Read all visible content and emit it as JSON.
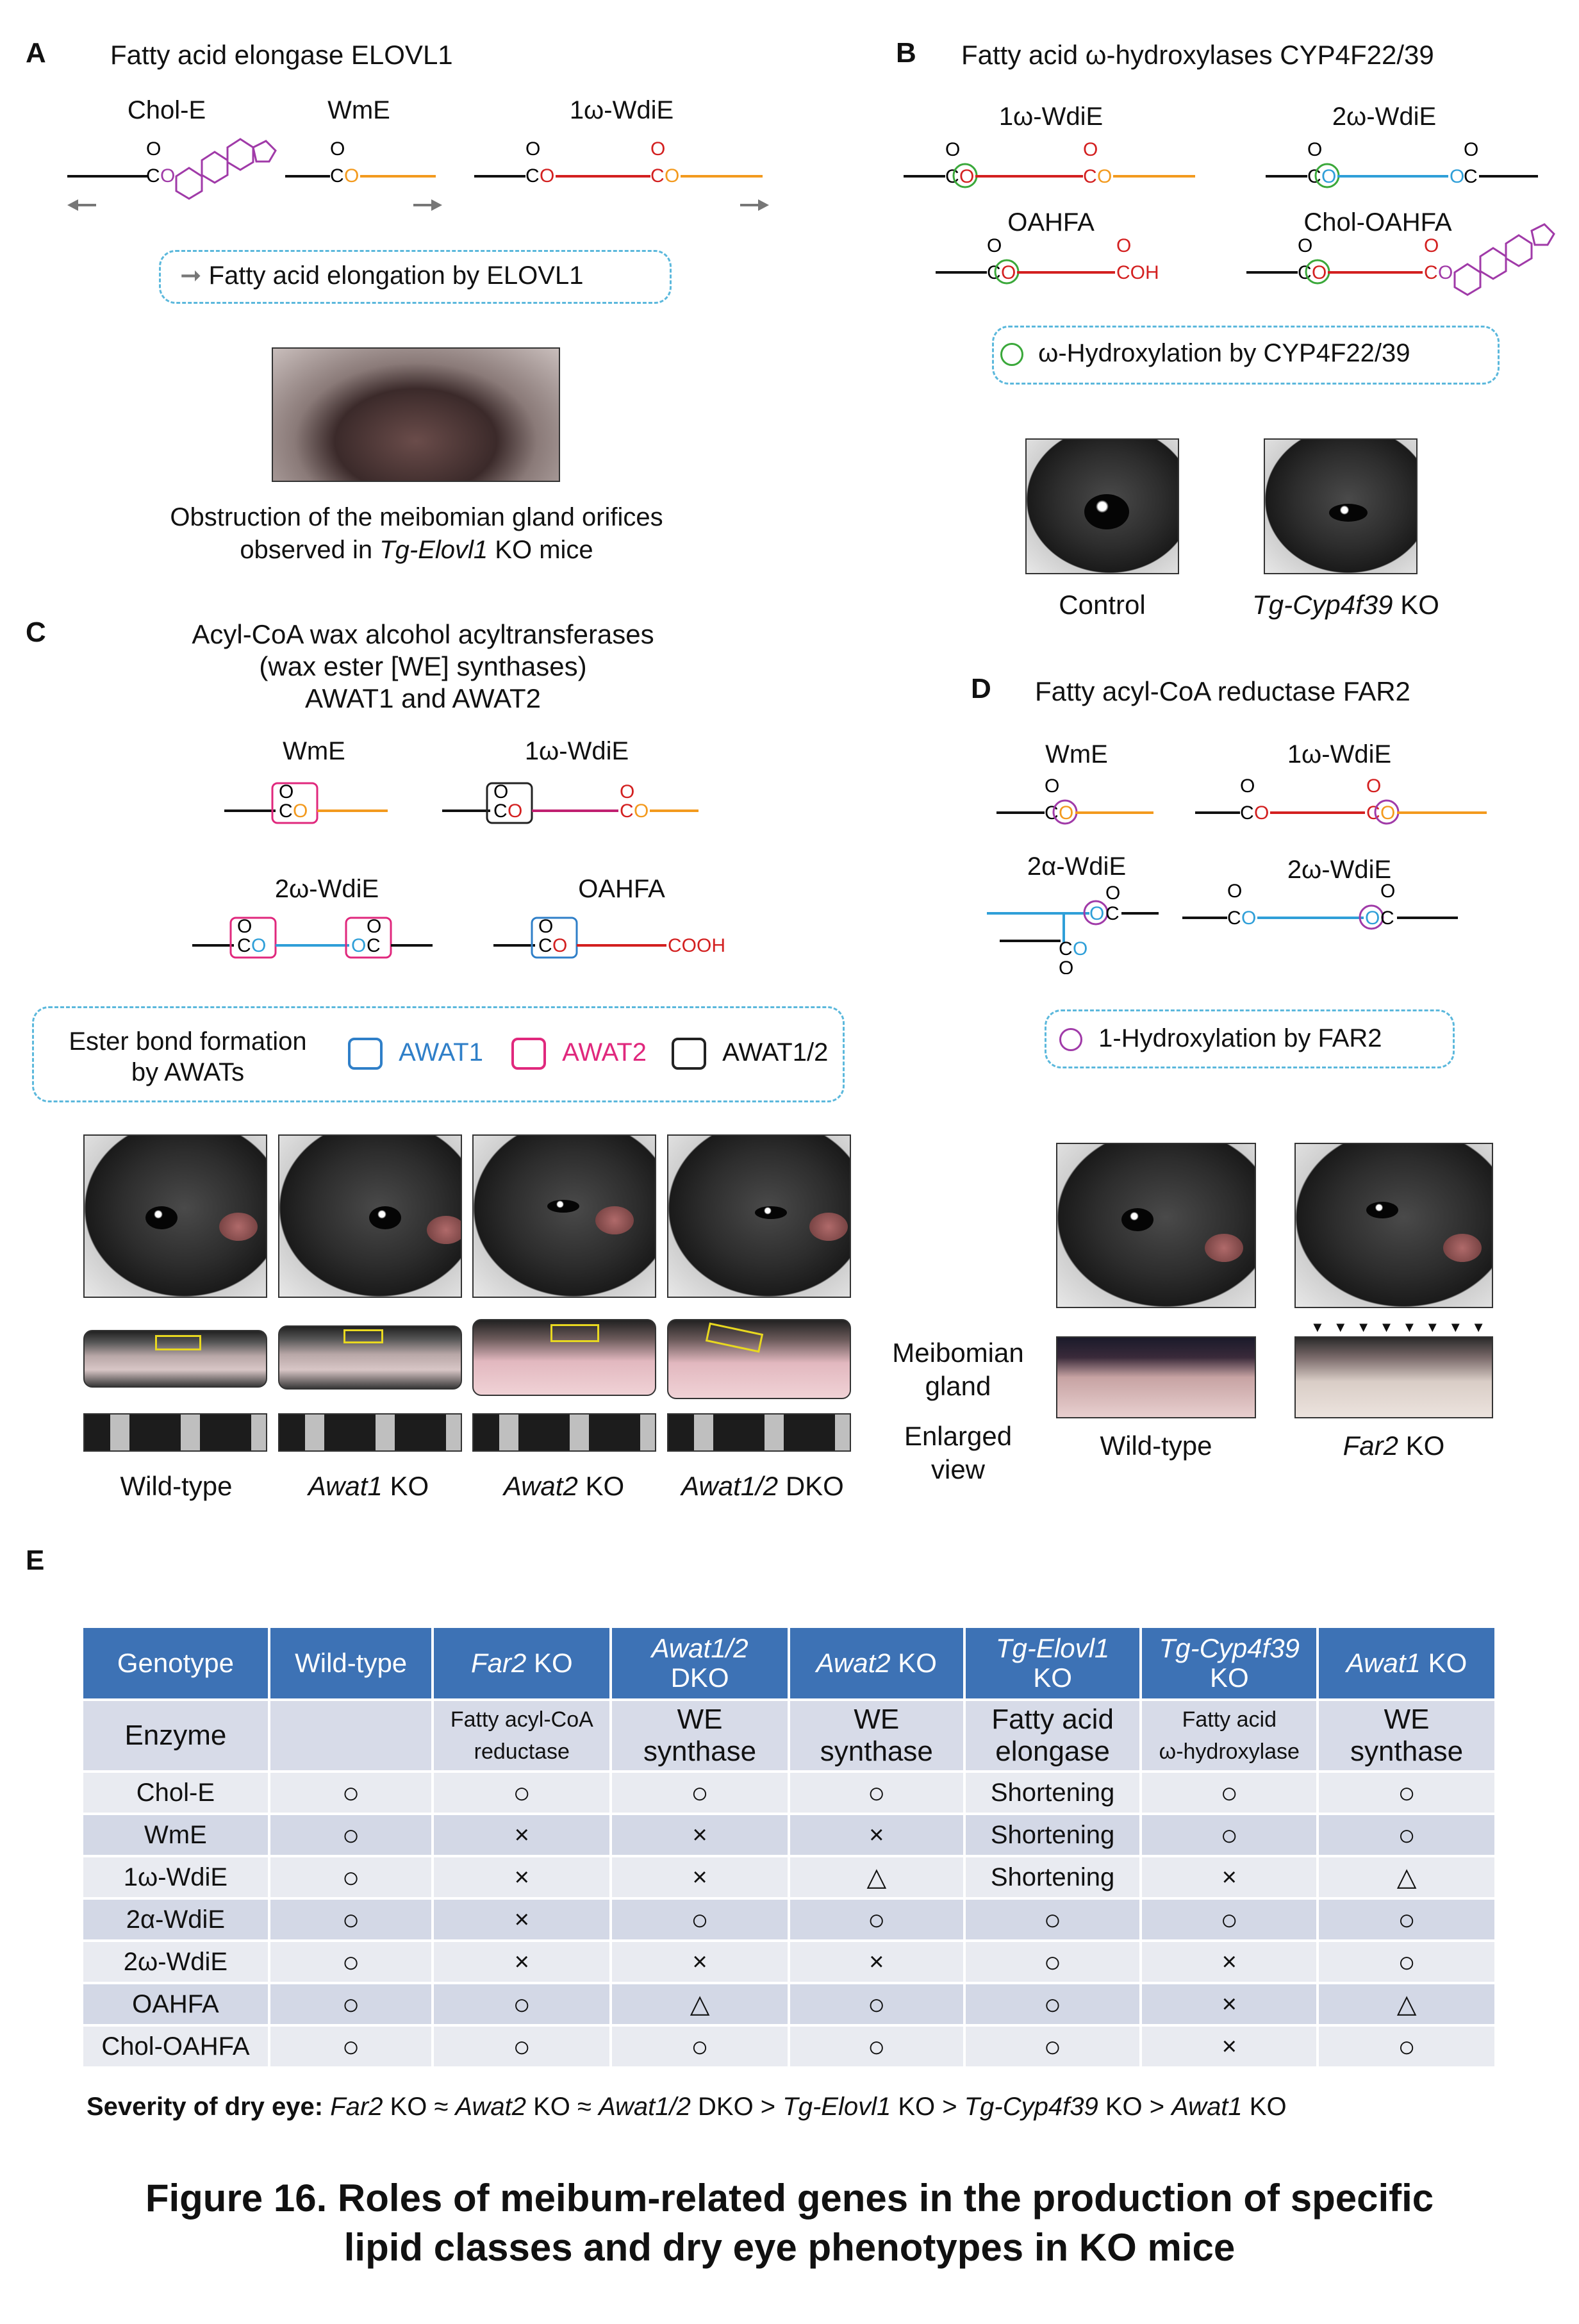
{
  "panelA": {
    "letter": "A",
    "title": "Fatty acid elongase ELOVL1",
    "molecules": [
      "Chol-E",
      "WmE",
      "1ω-WdiE"
    ],
    "legend": "Fatty acid elongation by ELOVL1",
    "photo_caption_line1": "Obstruction of the meibomian gland orifices",
    "photo_caption_pre": "observed in ",
    "photo_caption_italic": "Tg-Elovl1",
    "photo_caption_post": " KO mice"
  },
  "panelB": {
    "letter": "B",
    "title": "Fatty acid ω-hydroxylases CYP4F22/39",
    "molecules": [
      "1ω-WdiE",
      "2ω-WdiE",
      "OAHFA",
      "Chol-OAHFA"
    ],
    "legend": "ω-Hydroxylation by CYP4F22/39",
    "photo_labels": [
      "Control",
      "Tg-Cyp4f39"
    ],
    "ko": "KO"
  },
  "panelC": {
    "letter": "C",
    "title_line1": "Acyl-CoA wax alcohol acyltransferases",
    "title_line2": "(wax ester [WE] synthases)",
    "title_line3": "AWAT1 and AWAT2",
    "molecules": [
      "WmE",
      "1ω-WdiE",
      "2ω-WdiE",
      "OAHFA"
    ],
    "legend_title_line1": "Ester bond formation",
    "legend_title_line2": "by AWATs",
    "legend_items": [
      "AWAT1",
      "AWAT2",
      "AWAT1/2"
    ],
    "photo_labels_italic": [
      "Awat1",
      "Awat2",
      "Awat1/2"
    ],
    "photo_labels_suffix": [
      "KO",
      "KO",
      "DKO"
    ],
    "wildtype": "Wild-type"
  },
  "panelD": {
    "letter": "D",
    "title": "Fatty acyl-CoA reductase FAR2",
    "molecules": [
      "WmE",
      "1ω-WdiE",
      "2α-WdiE",
      "2ω-WdiE"
    ],
    "legend": "1-Hydroxylation by FAR2",
    "row_labels": [
      "Meibomian",
      "gland",
      "Enlarged",
      "view"
    ],
    "photo_labels": [
      "Wild-type",
      "Far2"
    ],
    "ko": "KO",
    "arrowheads": "▼ ▼ ▼ ▼ ▼ ▼ ▼ ▼"
  },
  "chem": {
    "o": "O",
    "c": "C",
    "coh": "COH",
    "cooh": "COOH"
  },
  "panelE": {
    "letter": "E",
    "header": [
      "Genotype",
      "Wild-type",
      "Far2 KO",
      "Awat1/2 DKO",
      "Awat2 KO",
      "Tg-Elovl1 KO",
      "Tg-Cyp4f39 KO",
      "Awat1 KO"
    ],
    "enzyme_label": "Enzyme",
    "enzymes": [
      "",
      "Fatty acyl-CoA reductase",
      "WE synthase",
      "WE synthase",
      "Fatty acid elongase",
      "Fatty acid ω-hydroxylase",
      "WE synthase"
    ],
    "rows": [
      {
        "lipid": "Chol-E",
        "values": [
          "○",
          "○",
          "○",
          "○",
          "Shortening",
          "○",
          "○"
        ]
      },
      {
        "lipid": "WmE",
        "values": [
          "○",
          "×",
          "×",
          "×",
          "Shortening",
          "○",
          "○"
        ]
      },
      {
        "lipid": "1ω-WdiE",
        "values": [
          "○",
          "×",
          "×",
          "△",
          "Shortening",
          "×",
          "△"
        ]
      },
      {
        "lipid": "2α-WdiE",
        "values": [
          "○",
          "×",
          "○",
          "○",
          "○",
          "○",
          "○"
        ]
      },
      {
        "lipid": "2ω-WdiE",
        "values": [
          "○",
          "×",
          "×",
          "×",
          "○",
          "×",
          "○"
        ]
      },
      {
        "lipid": "OAHFA",
        "values": [
          "○",
          "○",
          "△",
          "○",
          "○",
          "×",
          "△"
        ]
      },
      {
        "lipid": "Chol-OAHFA",
        "values": [
          "○",
          "○",
          "○",
          "○",
          "○",
          "×",
          "○"
        ]
      }
    ],
    "severity_label": "Severity of dry eye:",
    "severity_text": "Far2 KO ≈ Awat2 KO ≈ Awat1/2 DKO > Tg-Elovl1 KO > Tg-Cyp4f39 KO > Awat1 KO"
  },
  "caption_line1": "Figure 16. Roles of meibum-related genes in the production of specific",
  "caption_line2": "lipid classes and dry eye phenotypes in KO mice",
  "colors": {
    "orange": "#f39a1e",
    "red": "#d32020",
    "blue": "#2f9fd8",
    "magenta": "#e0287d",
    "purple": "#a03aa8",
    "green": "#3aa83a",
    "header_blue": "#3d72b5",
    "dash": "#5bb8dc"
  }
}
